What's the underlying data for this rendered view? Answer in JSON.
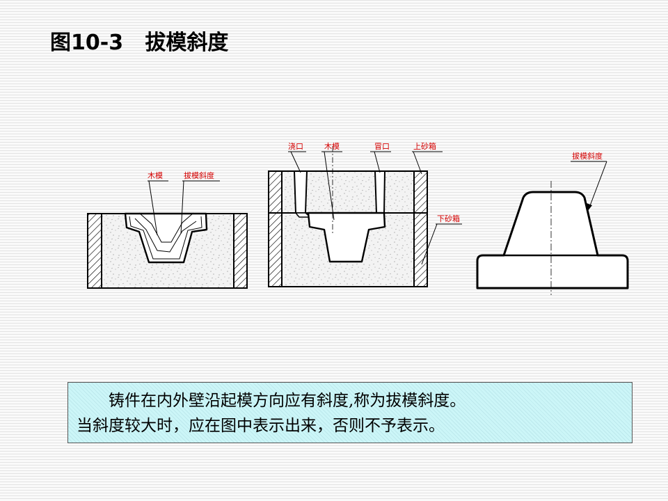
{
  "slide": {
    "title": "图10-3   拔模斜度"
  },
  "diagram": {
    "mold_left": {
      "label_pattern": "木模",
      "label_draft": "拔模斜度"
    },
    "mold_middle": {
      "label_sprue": "浇口",
      "label_pattern": "木模",
      "label_riser": "冒口",
      "label_upper_flask": "上砂箱",
      "label_lower_flask": "下砂箱"
    },
    "casting_right": {
      "label_draft": "拔模斜度"
    }
  },
  "caption": {
    "line1": "铸件在内外壁沿起模方向应有斜度,称为拔模斜度。",
    "line2": "当斜度较大时，应在图中表示出来，否则不予表示。"
  }
}
